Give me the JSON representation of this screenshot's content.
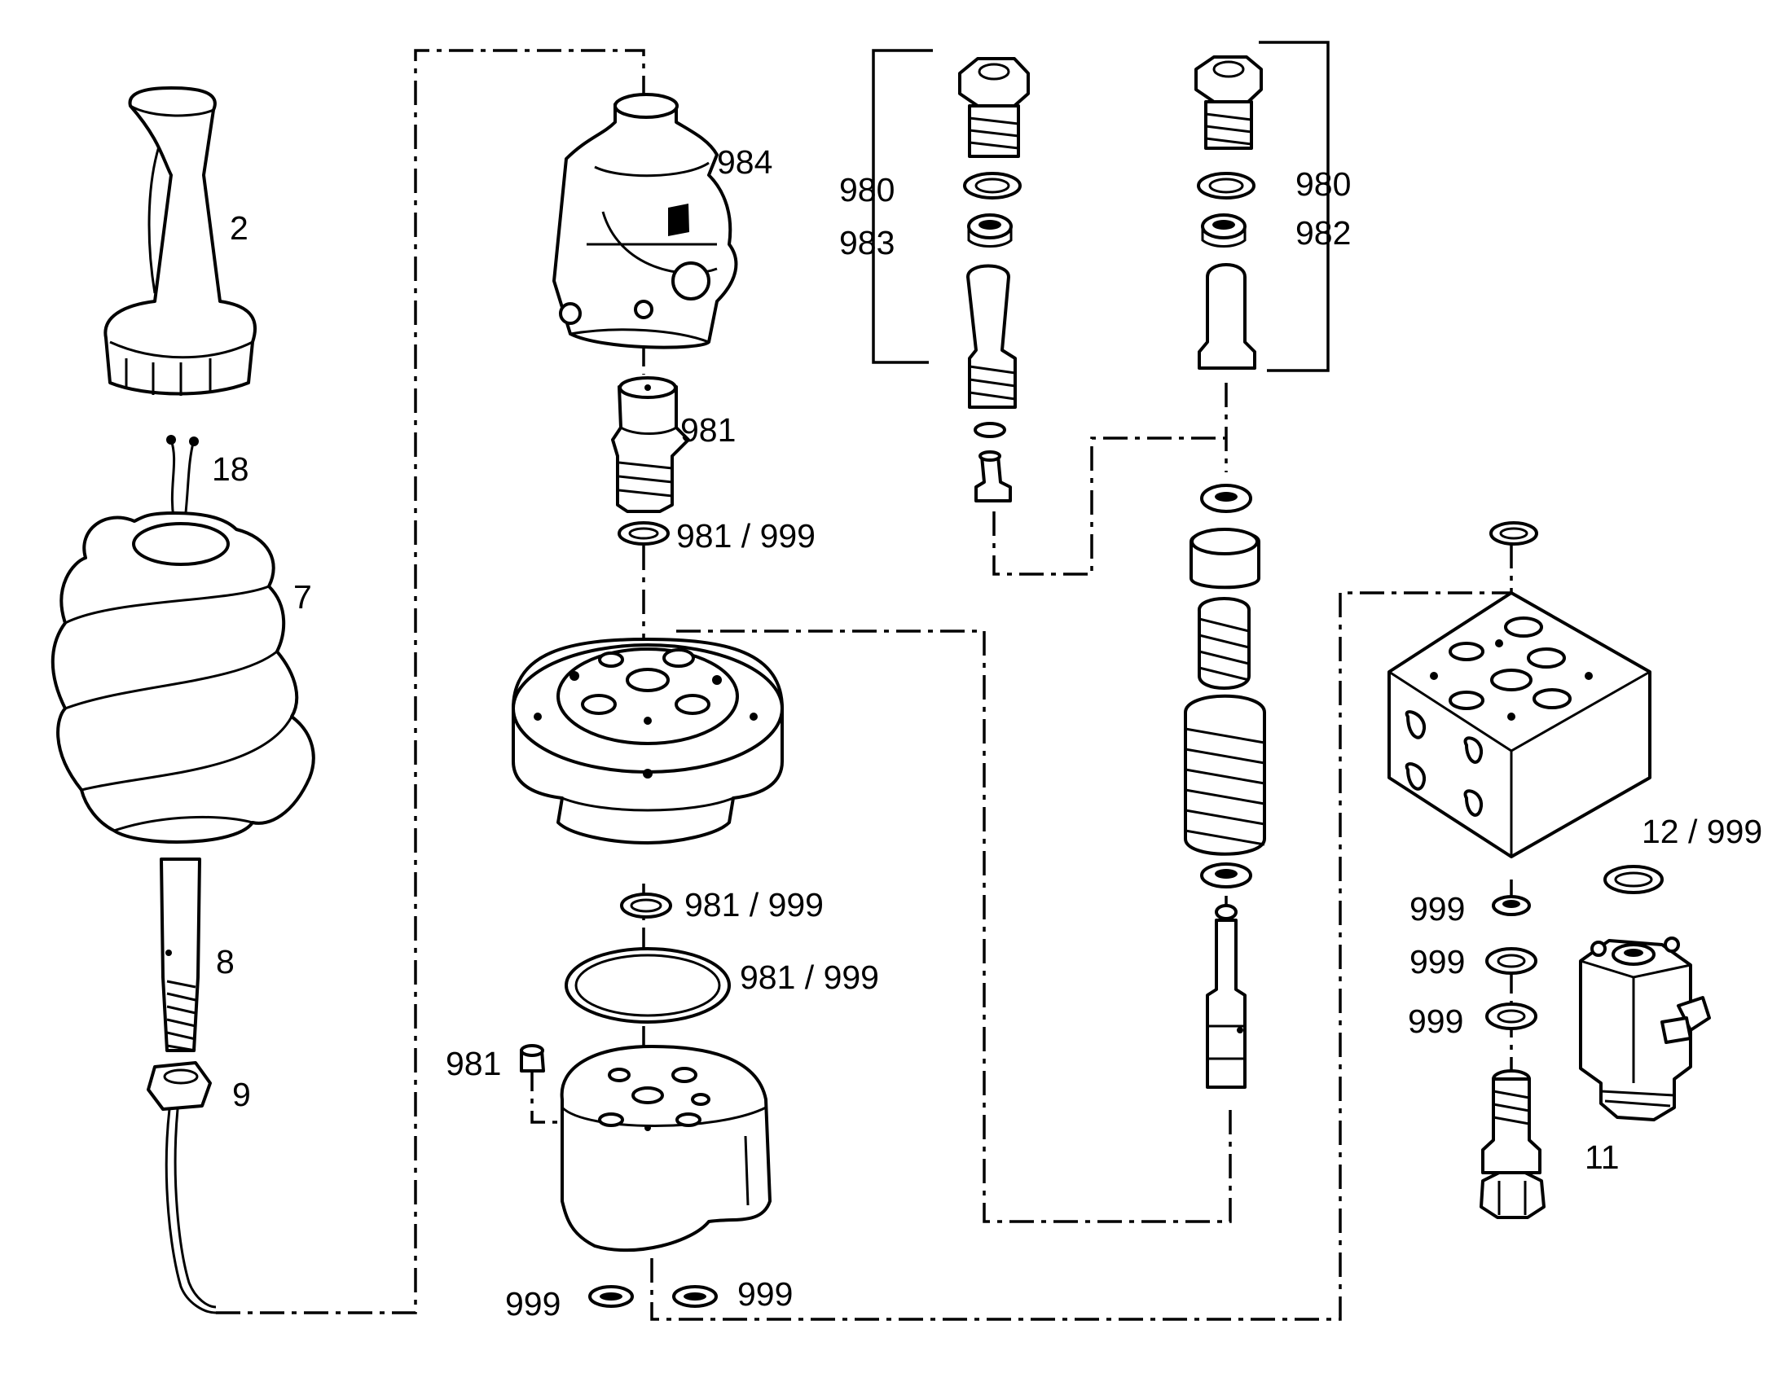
{
  "colors": {
    "line": "#000000",
    "background": "#ffffff"
  },
  "labels": {
    "handle": "2",
    "wires": "18",
    "boot": "7",
    "rod": "8",
    "nut": "9",
    "top_housing": "984",
    "plunger": "981",
    "seal_upper": "981 / 999",
    "seal_mid": "981 / 999",
    "seal_oring": "981 / 999",
    "pin": "981",
    "seal_bottom_left": "999",
    "seal_bottom_right": "999",
    "seal_left_top": "980",
    "seal_left_bottom": "983",
    "seal_right_top": "980",
    "seal_right_bottom": "982",
    "seal_block": "12 / 999",
    "washer_a": "999",
    "washer_b": "999",
    "washer_c": "999",
    "solenoid": "11"
  }
}
